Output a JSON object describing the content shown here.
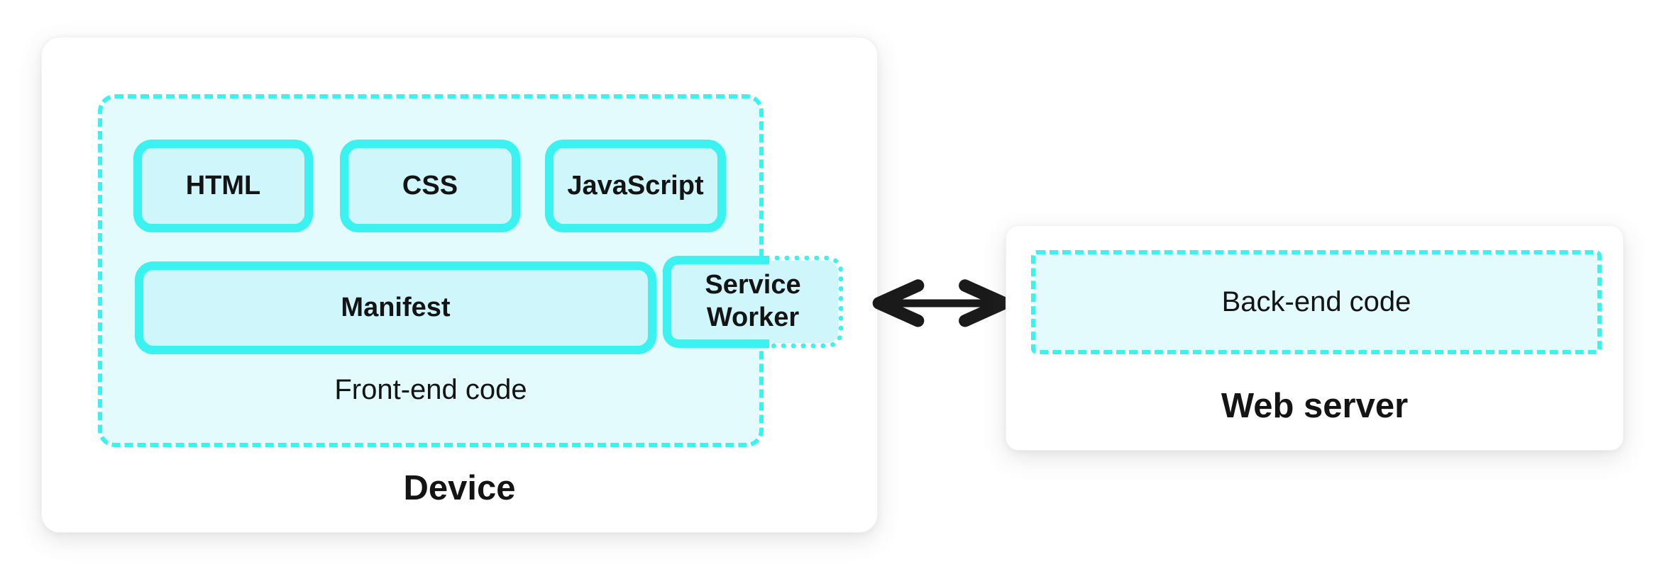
{
  "colors": {
    "accent": "#3AF2F0",
    "box_fill": "#CFF6FA",
    "container_fill": "#E4FBFD",
    "panel_bg": "#FFFFFF",
    "text": "#141414",
    "arrow": "#1A1A1A"
  },
  "device": {
    "label": "Device",
    "frontend": {
      "label": "Front-end code",
      "items": [
        {
          "label": "HTML"
        },
        {
          "label": "CSS"
        },
        {
          "label": "JavaScript"
        },
        {
          "label": "Manifest"
        }
      ]
    },
    "service_worker": {
      "label": "Service Worker"
    }
  },
  "connection": {
    "icon": "double-headed-arrow"
  },
  "server": {
    "label": "Web server",
    "backend": {
      "label": "Back-end code"
    }
  }
}
